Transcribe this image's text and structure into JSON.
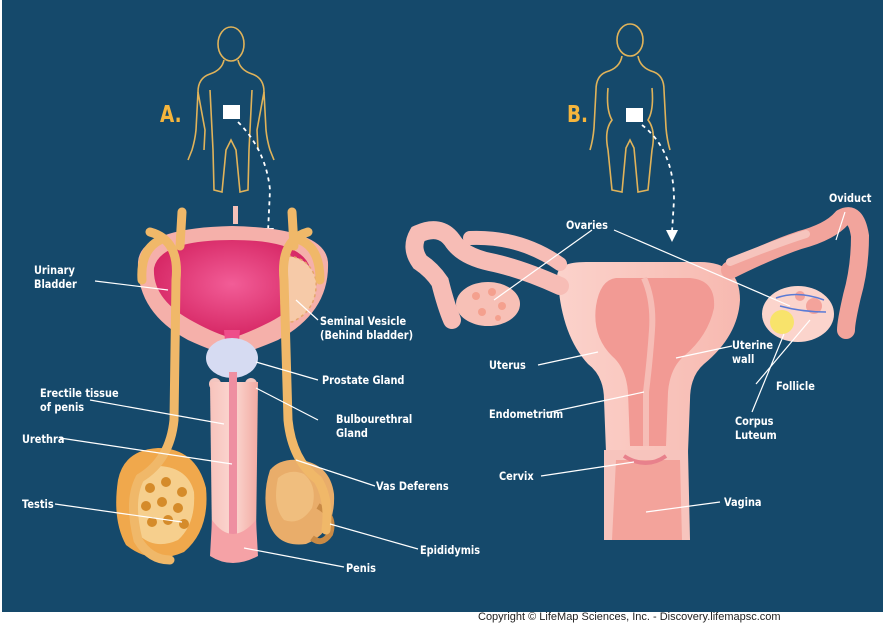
{
  "panels": {
    "male": {
      "letter": "A."
    },
    "female": {
      "letter": "B."
    }
  },
  "male_labels": {
    "urinary_bladder": "Urinary\nBladder",
    "seminal_vesicle": "Seminal Vesicle\n(Behind bladder)",
    "prostate_gland": "Prostate Gland",
    "erectile_tissue": "Erectile tissue\nof penis",
    "bulbourethral_gland": "Bulbourethral\nGland",
    "urethra": "Urethra",
    "vas_deferens": "Vas Deferens",
    "testis": "Testis",
    "epididymis": "Epididymis",
    "penis": "Penis"
  },
  "female_labels": {
    "oviduct": "Oviduct",
    "ovaries": "Ovaries",
    "uterus": "Uterus",
    "uterine_wall": "Uterine\nwall",
    "follicle": "Follicle",
    "endometrium": "Endometrium",
    "corpus_luteum": "Corpus\nLuteum",
    "cervix": "Cervix",
    "vagina": "Vagina"
  },
  "copyright": "Copyright © LifeMap Sciences, Inc. - Discovery.lifemapsc.com",
  "colors": {
    "background": "#15496b",
    "duct": "#f0b869",
    "tissue_light": "#f8c9c1",
    "tissue_mid": "#f2a49c",
    "bladder_inner": "#e0306e",
    "panel_letter": "#f5b53c",
    "leader_line": "#ffffff"
  }
}
